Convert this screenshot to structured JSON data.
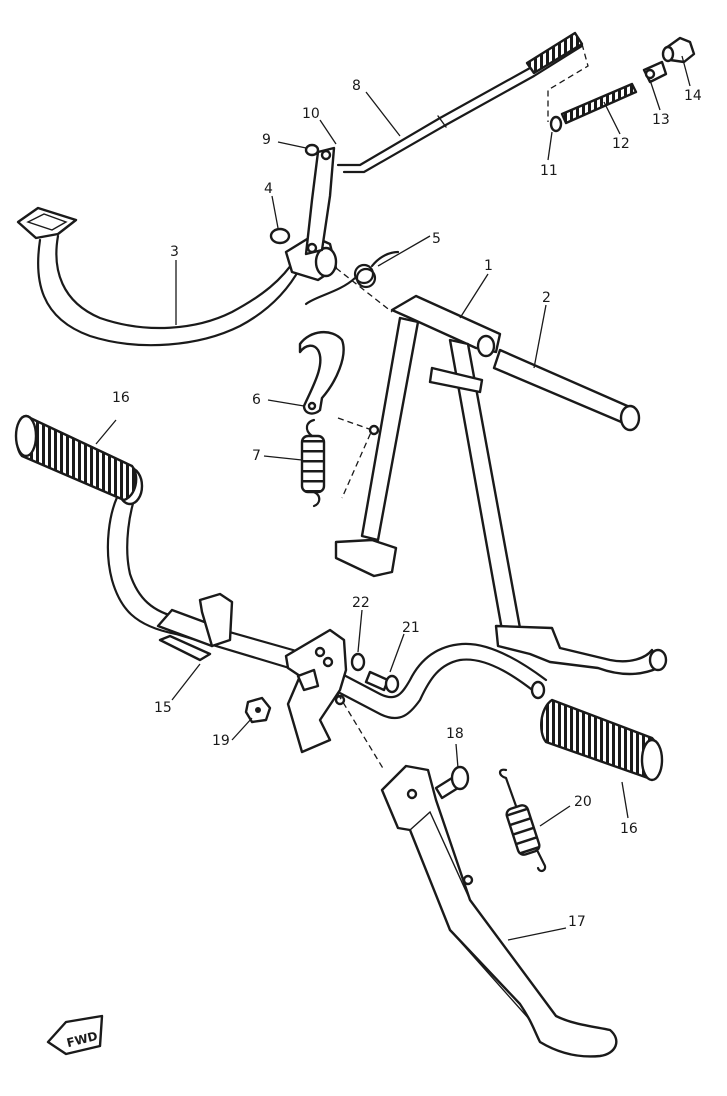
{
  "callouts": [
    {
      "id": "1",
      "text": "1"
    },
    {
      "id": "2",
      "text": "2"
    },
    {
      "id": "3",
      "text": "3"
    },
    {
      "id": "4",
      "text": "4"
    },
    {
      "id": "5",
      "text": "5"
    },
    {
      "id": "6",
      "text": "6"
    },
    {
      "id": "7",
      "text": "7"
    },
    {
      "id": "8",
      "text": "8"
    },
    {
      "id": "9",
      "text": "9"
    },
    {
      "id": "10",
      "text": "10"
    },
    {
      "id": "11",
      "text": "11"
    },
    {
      "id": "12",
      "text": "12"
    },
    {
      "id": "13",
      "text": "13"
    },
    {
      "id": "14",
      "text": "14"
    },
    {
      "id": "15",
      "text": "15"
    },
    {
      "id": "16a",
      "text": "16"
    },
    {
      "id": "16b",
      "text": "16"
    },
    {
      "id": "17",
      "text": "17"
    },
    {
      "id": "18",
      "text": "18"
    },
    {
      "id": "19",
      "text": "19"
    },
    {
      "id": "20",
      "text": "20"
    },
    {
      "id": "21",
      "text": "21"
    },
    {
      "id": "22",
      "text": "22"
    }
  ],
  "direction_badge": "FWD",
  "colors": {
    "ink": "#1a1a1a",
    "paper": "#ffffff"
  }
}
